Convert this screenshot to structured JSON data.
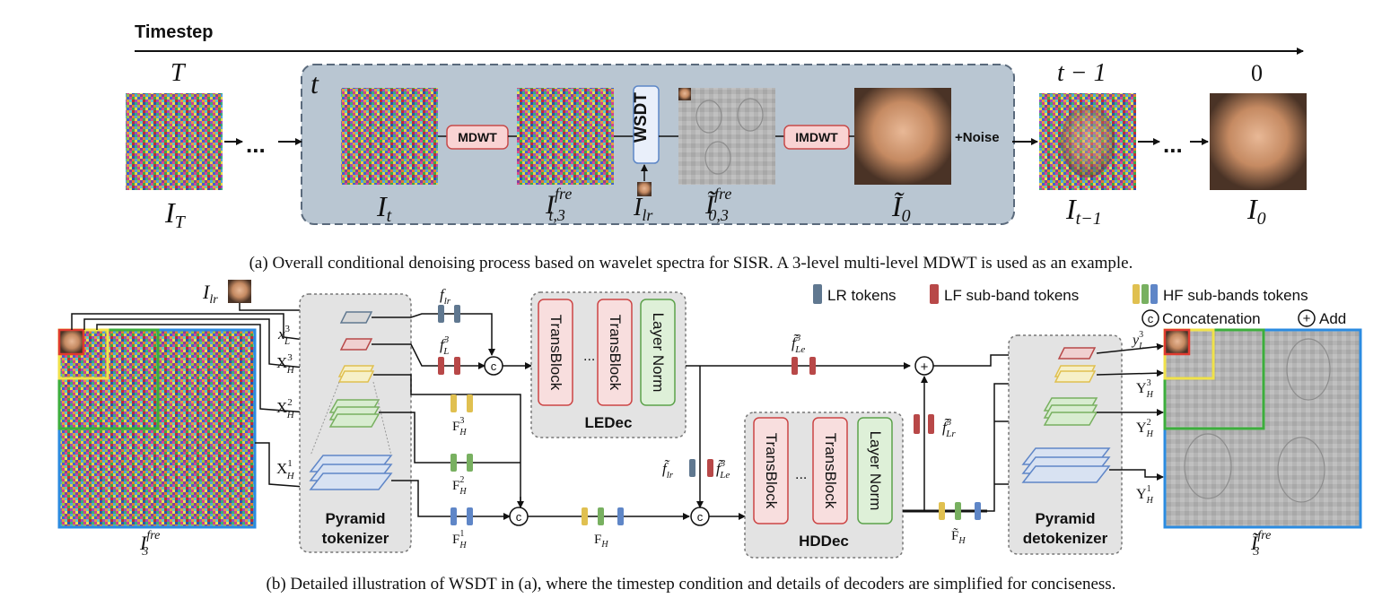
{
  "colors": {
    "panel_bg": "#b9c6d2",
    "panel_border": "#5a6a7c",
    "op_fill": "#f9d3d3",
    "op_stroke": "#c74b4b",
    "wsdt_fill": "#e9effa",
    "wsdt_stroke": "#5d87c7",
    "transblock_fill": "#f8dede",
    "transblock_stroke": "#cc4545",
    "layernorm_fill": "#def0d8",
    "layernorm_stroke": "#5ca24b",
    "module_fill": "#e3e3e3",
    "token_lr": "#607890",
    "token_lf": "#b84848",
    "token_hf_yellow": "#e0c050",
    "token_hf_green": "#78b060",
    "token_hf_blue": "#5f86c7",
    "frame_red": "#e03a2f",
    "frame_yellow": "#f0e24a",
    "frame_green": "#3cae3c",
    "frame_blue": "#2b8be0"
  },
  "top": {
    "timestep_label": "Timestep",
    "time_T": "T",
    "time_t": "t",
    "time_t_minus_1": "t − 1",
    "time_0": "0",
    "ellipsis": "...",
    "op_mdwt": "MDWT",
    "op_wsdt": "WSDT",
    "op_imdwt": "IMDWT",
    "plus_noise": "+Noise",
    "labels": {
      "I_T": "I",
      "I_T_sub": "T",
      "I_t": "I",
      "I_t_sub": "t",
      "I_t3": "I",
      "I_t3_sup": "fre",
      "I_t3_sub": "t,3",
      "I_lr": "I",
      "I_lr_sub": "lr",
      "I0_3": "Ĩ",
      "I0_3_sup": "fre",
      "I0_3_sub": "0,3",
      "I0": "Ĩ",
      "I0_sub": "0",
      "I_tm1": "I",
      "I_tm1_sub": "t−1",
      "I_0": "I",
      "I_0_sub": "0"
    },
    "caption": "(a) Overall conditional denoising process based on wavelet spectra for SISR. A 3-level multi-level MDWT is used as an example."
  },
  "bottom": {
    "legend": {
      "lr_tokens": "LR tokens",
      "lf_tokens": "LF sub-band tokens",
      "hf_tokens": "HF sub-bands tokens",
      "concat_symbol": "c",
      "concat_label": "Concatenation",
      "add_symbol": "+",
      "add_label": "Add"
    },
    "input_labels": {
      "I_lr": "I",
      "I_lr_sub": "lr",
      "xL3": "x",
      "xL3_sup": "3",
      "xL3_sub": "L",
      "XH3": "X",
      "XH3_sup": "3",
      "XH3_sub": "H",
      "XH2": "X",
      "XH2_sup": "2",
      "XH2_sub": "H",
      "XH1": "X",
      "XH1_sup": "1",
      "XH1_sub": "H",
      "I3fre": "I",
      "I3fre_sup": "fre",
      "I3fre_sub": "3"
    },
    "pyramid_tokenizer": "Pyramid\ntokenizer",
    "pyramid_tokenizer_l1": "Pyramid",
    "pyramid_tokenizer_l2": "tokenizer",
    "token_labels": {
      "f_lr": "f",
      "f_lr_sub": "lr",
      "f_L3": "f",
      "f_L3_sup": "3",
      "f_L3_sub": "L",
      "F_H3": "F",
      "F_H3_sup": "3",
      "F_H3_sub": "H",
      "F_H2": "F",
      "F_H2_sup": "2",
      "F_H2_sub": "H",
      "F_H1": "F",
      "F_H1_sup": "1",
      "F_H1_sub": "H",
      "F_H": "F",
      "F_H_sub": "H",
      "f_Le3": "f̃",
      "f_Le3_sup": "3",
      "f_Le3_sub": "Le",
      "f_lr_t": "f̃",
      "f_lr_t_sub": "lr",
      "f_Le3_b": "f̃",
      "f_Le3_b_sup": "3",
      "f_Le3_b_sub": "Le",
      "f_Lr3": "f̃",
      "f_Lr3_sup": "3",
      "f_Lr3_sub": "Lr",
      "F_H_t": "F̃",
      "F_H_t_sub": "H"
    },
    "ledec": {
      "transblock": "TransBlock",
      "dots": "...",
      "layernorm": "Layer Norm",
      "name": "LEDec"
    },
    "hddec": {
      "transblock": "TransBlock",
      "dots": "...",
      "layernorm": "Layer Norm",
      "name": "HDDec"
    },
    "pyramid_detokenizer_l1": "Pyramid",
    "pyramid_detokenizer_l2": "detokenizer",
    "output_labels": {
      "yL3": "y",
      "yL3_sup": "3",
      "yL3_sub": "L",
      "YH3": "Y",
      "YH3_sup": "3",
      "YH3_sub": "H",
      "YH2": "Y",
      "YH2_sup": "2",
      "YH2_sub": "H",
      "YH1": "Y",
      "YH1_sup": "1",
      "YH1_sub": "H",
      "I3fre": "Ĩ",
      "I3fre_sup": "fre",
      "I3fre_sub": "3"
    },
    "caption": "(b) Detailed illustration of WSDT in (a), where the timestep condition and details of decoders are simplified for conciseness."
  }
}
